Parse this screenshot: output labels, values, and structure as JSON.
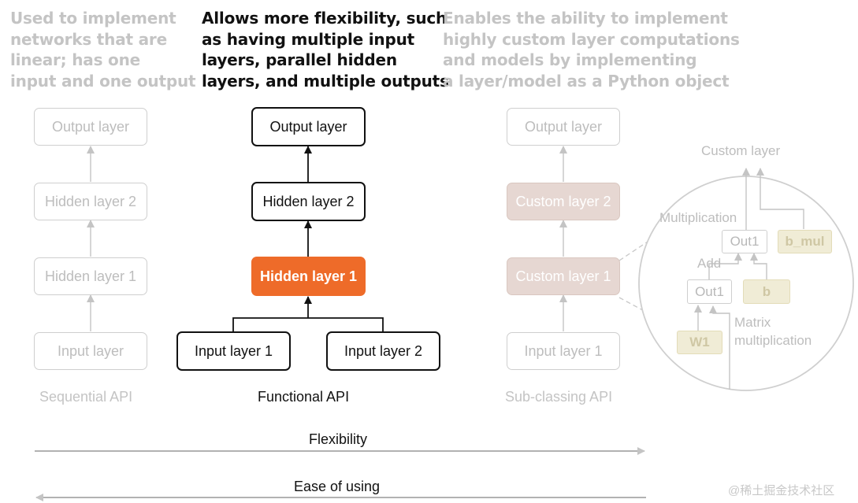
{
  "descriptions": {
    "sequential": [
      "Used to implement",
      "networks that are",
      "linear; has one",
      "input and one output"
    ],
    "functional": [
      "Allows more flexibility, such",
      "as having multiple input",
      "layers, parallel hidden",
      "layers, and multiple outputs"
    ],
    "subclassing": [
      "Enables the ability to implement",
      "highly custom layer computations",
      "and models by implementing",
      "a layer/model as a Python object"
    ]
  },
  "sequential": {
    "output": "Output layer",
    "hidden2": "Hidden layer 2",
    "hidden1": "Hidden layer 1",
    "input": "Input layer",
    "caption": "Sequential API"
  },
  "functional": {
    "output": "Output layer",
    "hidden2": "Hidden layer 2",
    "hidden1": "Hidden layer 1",
    "input1": "Input layer 1",
    "input2": "Input layer 2",
    "caption": "Functional API"
  },
  "subclassing": {
    "output": "Output layer",
    "custom2": "Custom layer 2",
    "custom1": "Custom layer 1",
    "input": "Input layer 1",
    "caption": "Sub-classing API"
  },
  "zoom": {
    "custom_layer": "Custom layer",
    "multiplication": "Multiplication",
    "out1_top": "Out1",
    "b_mul": "b_mul",
    "add": "Add",
    "out1_bottom": "Out1",
    "b": "b",
    "w1": "W1",
    "matrix_mult": [
      "Matrix",
      "multiplication"
    ]
  },
  "axes": {
    "flexibility": "Flexibility",
    "ease": "Ease of using"
  },
  "watermark": "@稀土掘金技术社区",
  "colors": {
    "highlight": "#ee6b29",
    "custom_layer_fill": "#e6d7d2",
    "param_fill": "#f0ecd6",
    "faded": "#c4c4c4",
    "dark": "#111111"
  }
}
